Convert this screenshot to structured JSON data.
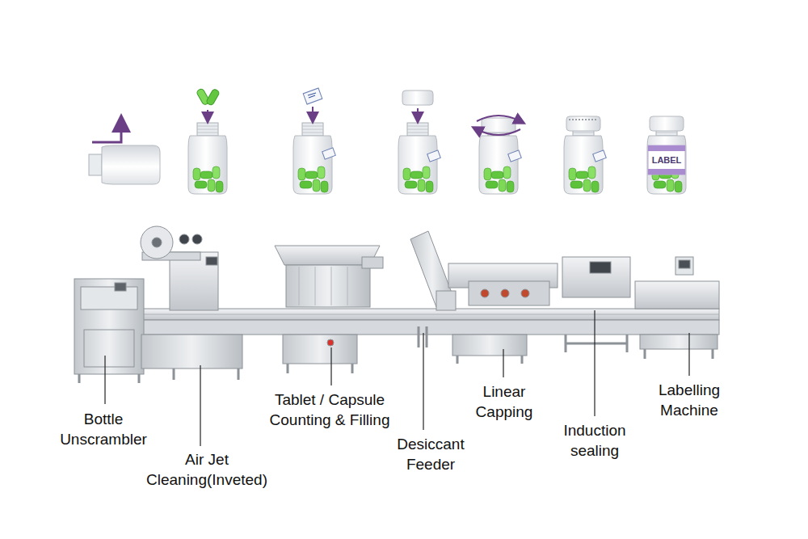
{
  "diagram": {
    "labels": [
      "LABEL",
      "Bottle Unscrambler",
      "Air Jet Cleaning(Inveted)",
      "Tablet / Capsule Counting & Filling",
      "Desiccant Feeder",
      "Linear Capping",
      "Induction sealing",
      "Labelling Machine"
    ]
  }
}
